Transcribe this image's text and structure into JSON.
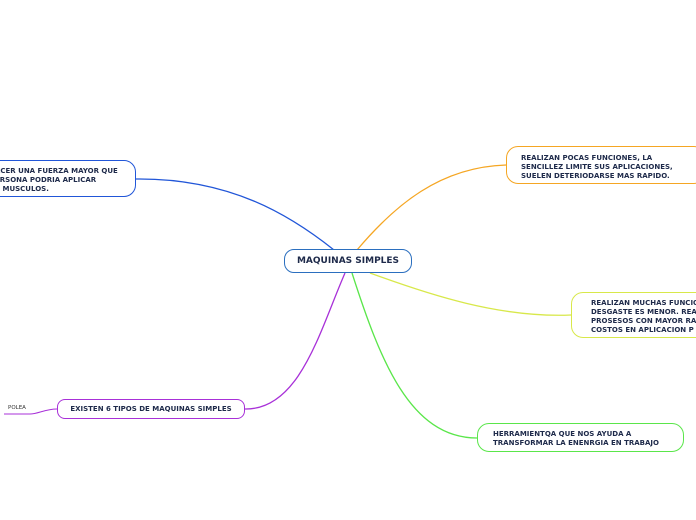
{
  "central": {
    "label": "MAQUINAS SIMPLES",
    "border_color": "#2b6fbf"
  },
  "branches": [
    {
      "id": "left",
      "text": "RCER UNA FUERZA MAYOR QUE\nERSONA PODRIA APLICAR\nS MUSCULOS.",
      "color": "#2156d8"
    },
    {
      "id": "orange",
      "text": "REALIZAN POCAS FUNCIONES, LA\nSENCILLEZ LIMITE SUS APLICACIONES,\nSUELEN DETERIODARSE MAS RAPIDO.",
      "color": "#f5a623"
    },
    {
      "id": "yellow",
      "text": "REALIZAN MUCHAS FUNCIO\nDESGASTE ES MENOR. REA\nPROSESOS CON MAYOR RA\nCOSTOS EN APLICACION P",
      "color": "#d8e84a"
    },
    {
      "id": "green",
      "text": "HERRAMIENTQA QUE NOS AYUDA A\nTRANSFORMAR LA ENENRGIA EN TRABAJO",
      "color": "#5ae64a"
    },
    {
      "id": "purple",
      "text": "EXISTEN 6 TIPOS DE MAQUINAS SIMPLES",
      "color": "#a830d8",
      "children": [
        {
          "text": "POLEA"
        }
      ]
    }
  ]
}
